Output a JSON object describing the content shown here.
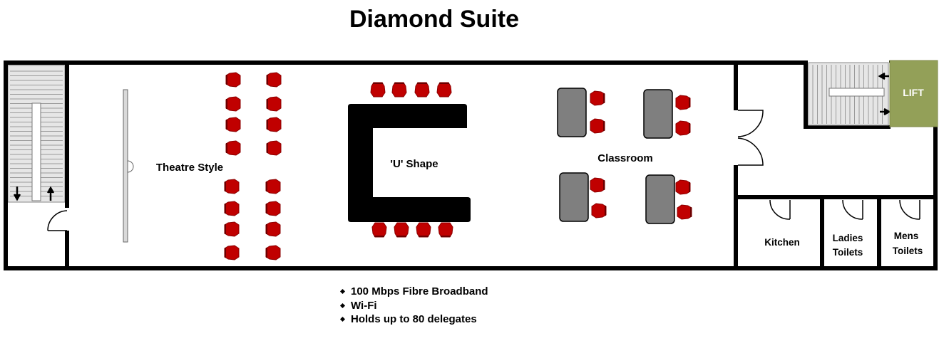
{
  "title": "Diamond Suite",
  "rooms": {
    "theatre": "Theatre Style",
    "u_shape": "'U' Shape",
    "classroom": "Classroom",
    "kitchen": "Kitchen",
    "ladies_line1": "Ladies",
    "ladies_line2": "Toilets",
    "mens_line1": "Mens",
    "mens_line2": "Toilets",
    "lift": "LIFT"
  },
  "features": [
    "100 Mbps Fibre Broadband",
    "Wi-Fi",
    "Holds up to 80 delegates"
  ],
  "colors": {
    "wall": "#000000",
    "chair": "#c00000",
    "chair_outline": "#8a0000",
    "table": "#000000",
    "desk": "#7f7f7f",
    "lift": "#93a058",
    "stair_bg": "#e6e6e6"
  }
}
